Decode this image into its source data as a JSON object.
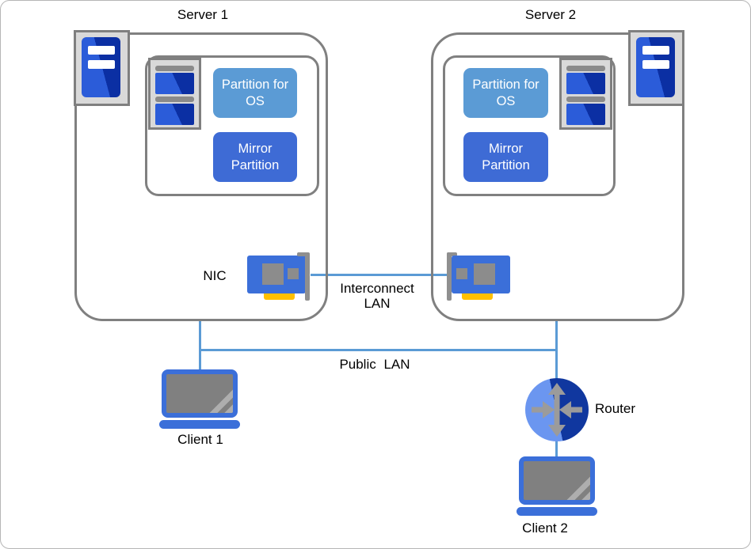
{
  "servers": [
    {
      "label": "Server 1",
      "partitions": [
        {
          "label": "Partition for OS"
        },
        {
          "label": "Mirror Partition"
        }
      ]
    },
    {
      "label": "Server 2",
      "partitions": [
        {
          "label": "Partition for OS"
        },
        {
          "label": "Mirror Partition"
        }
      ]
    }
  ],
  "network": {
    "nic_label": "NIC",
    "interconnect_lan_label": "Interconnect LAN",
    "public_lan_label": "Public LAN",
    "router_label": "Router"
  },
  "clients": [
    {
      "label": "Client 1"
    },
    {
      "label": "Client 2"
    }
  ],
  "icons": {
    "server": "server-tower-icon",
    "disk": "disk-stack-icon",
    "nic": "nic-card-icon",
    "router": "router-circle-arrows-icon",
    "client": "laptop-icon"
  },
  "colors": {
    "lan_line": "#5B9BD5",
    "partition_os_blue": "#5B9BD5",
    "partition_mirror_blue": "#3E6BD5",
    "device_blue": "#3B6FD9",
    "icon_blue_light": "#2B5CD9",
    "icon_blue_dark": "#0B2FA3",
    "router_blue_light": "#6B96F0",
    "router_blue_dark": "#10379F",
    "connector_yellow": "#FFC000",
    "frame_gray": "#D9D9D9",
    "border_gray": "#808080"
  }
}
